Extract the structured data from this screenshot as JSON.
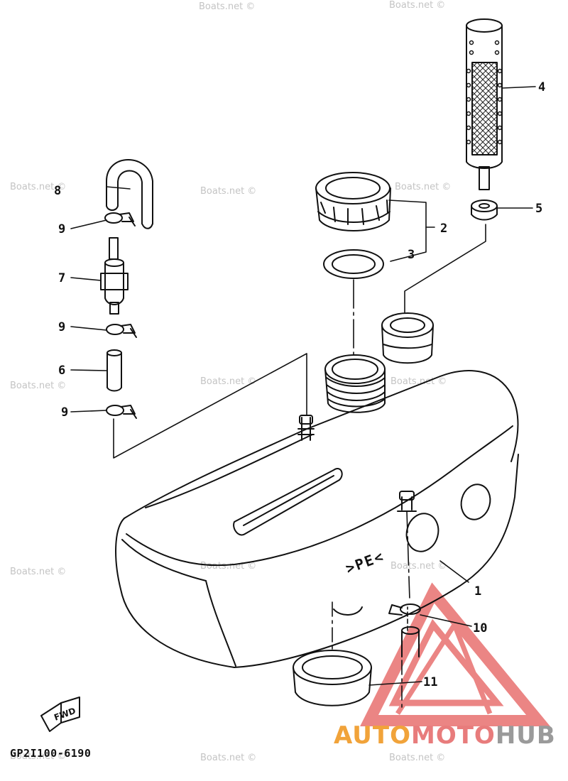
{
  "diagram": {
    "code": "GP2I100-6190",
    "tank_marking": ">PE<",
    "fwd_label": "FWD",
    "callouts": [
      {
        "id": "c1",
        "label": "1"
      },
      {
        "id": "c2",
        "label": "2"
      },
      {
        "id": "c3",
        "label": "3"
      },
      {
        "id": "c4",
        "label": "4"
      },
      {
        "id": "c5",
        "label": "5"
      },
      {
        "id": "c6",
        "label": "6"
      },
      {
        "id": "c7",
        "label": "7"
      },
      {
        "id": "c8",
        "label": "8"
      },
      {
        "id": "c9a",
        "label": "9"
      },
      {
        "id": "c9b",
        "label": "9"
      },
      {
        "id": "c9c",
        "label": "9"
      },
      {
        "id": "c10",
        "label": "10"
      },
      {
        "id": "c11",
        "label": "11"
      }
    ]
  },
  "watermark": {
    "text": "Boats.net ©",
    "brand_part1": "AUTO",
    "brand_part2": "MOTO",
    "brand_part3": "HUB",
    "logo_color": "#e8706f"
  }
}
